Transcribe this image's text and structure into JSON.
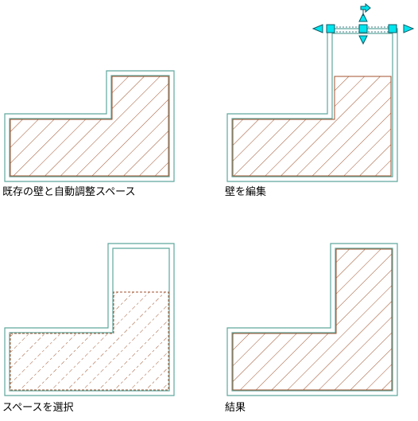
{
  "colors": {
    "background": "#ffffff",
    "wall_outline": "#5fa89e",
    "space_outline": "#a0522d",
    "hatch": "#a0522d",
    "grip_fill": "#00e5ee",
    "grip_stroke": "#0a5a66",
    "caption_text": "#000000"
  },
  "panels": [
    {
      "id": "existing",
      "caption": "既存の壁と自動調整スペース"
    },
    {
      "id": "edit-wall",
      "caption": "壁を編集"
    },
    {
      "id": "select-space",
      "caption": "スペースを選択"
    },
    {
      "id": "result",
      "caption": "結果"
    }
  ],
  "icons": {
    "end_grip": "triangle-grip-icon",
    "square_grip": "square-grip-icon",
    "move_grip": "move-arrows-icon"
  }
}
